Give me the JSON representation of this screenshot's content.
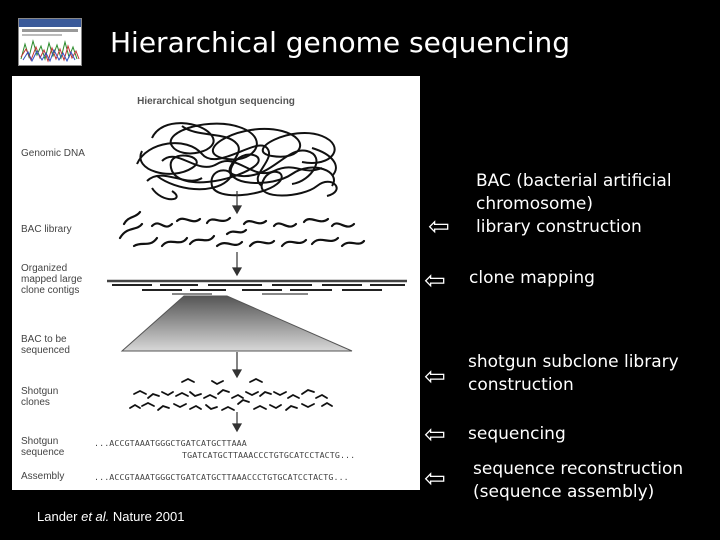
{
  "slide": {
    "title": "Hierarchical genome sequencing"
  },
  "figure": {
    "title": "Hierarchical shotgun sequencing",
    "labels": [
      "Genomic DNA",
      "BAC library",
      "Organized\nmapped large\nclone contigs",
      "BAC to be\nsequenced",
      "Shotgun\nclones",
      "Shotgun\nsequence",
      "Assembly"
    ],
    "sequences": [
      "...ACCGTAAATGGGCTGATCATGCTTAAA",
      "TGATCATGCTTAAACCCTGTGCATCCTACTG...",
      "...ACCGTAAATGGGCTGATCATGCTTAAACCCTGTGCATCCTACTG..."
    ]
  },
  "citation": {
    "prefix": "Lander ",
    "italic": "et al.",
    "suffix": " Nature 2001"
  },
  "annotations": [
    {
      "arrow": "⇦",
      "text": "BAC (bacterial artificial\nchromosome)\nlibrary construction"
    },
    {
      "arrow": "⇦",
      "text": "clone mapping"
    },
    {
      "arrow": "⇦",
      "text": "shotgun subclone library\nconstruction"
    },
    {
      "arrow": "⇦",
      "text": "sequencing"
    },
    {
      "arrow": "⇦",
      "text": "sequence reconstruction\n(sequence assembly)"
    }
  ]
}
